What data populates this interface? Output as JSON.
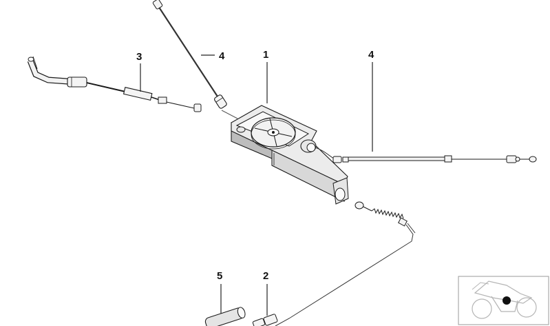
{
  "diagram": {
    "callouts": [
      {
        "id": "c1",
        "label": "1"
      },
      {
        "id": "c2",
        "label": "2"
      },
      {
        "id": "c3",
        "label": "3"
      },
      {
        "id": "c4a",
        "label": "4"
      },
      {
        "id": "c4b",
        "label": "4"
      },
      {
        "id": "c5",
        "label": "5"
      }
    ]
  },
  "thumbnail": {
    "icon": "motorcycle-locator-icon"
  },
  "colors": {
    "line": "#1a1a1a",
    "housing_fill": "#e6e6e6",
    "housing_shadow": "#bdbdbd",
    "cable_grey": "#9a9a9a",
    "thumb_border": "#9a9a9a"
  }
}
